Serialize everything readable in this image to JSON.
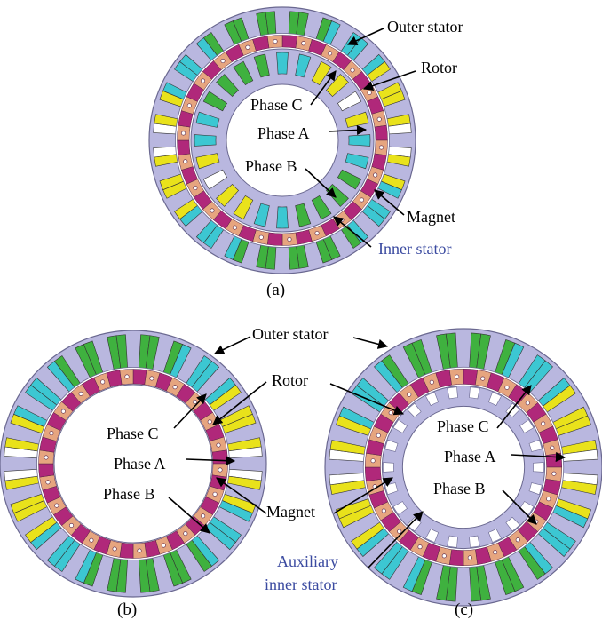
{
  "figures": [
    {
      "caption": "(a)",
      "labels": {
        "outer_stator": "Outer stator",
        "rotor": "Rotor",
        "phase_c": "Phase C",
        "phase_a": "Phase A",
        "phase_b": "Phase B",
        "magnet": "Magnet",
        "inner_stator": "Inner stator"
      }
    },
    {
      "caption": "(b)",
      "labels": {
        "outer_stator": "Outer stator",
        "rotor": "Rotor",
        "phase_c": "Phase C",
        "phase_a": "Phase A",
        "phase_b": "Phase B",
        "magnet": "Magnet"
      }
    },
    {
      "caption": "(c)",
      "labels": {
        "phase_c": "Phase C",
        "phase_a": "Phase A",
        "phase_b": "Phase B",
        "auxiliary_line1": "Auxiliary",
        "auxiliary_line2": "inner  stator"
      }
    }
  ],
  "colors": {
    "stator": "#b9b7df",
    "stator_edge": "#6a6890",
    "phase_a": "#3fb13f",
    "phase_b": "#e9e21b",
    "phase_c": "#3cc7d2",
    "empty_slot": "#ffffff",
    "magnet_dark": "#b0287a",
    "magnet_light": "#e6a57f",
    "label_blue": "#3a4aa0"
  }
}
